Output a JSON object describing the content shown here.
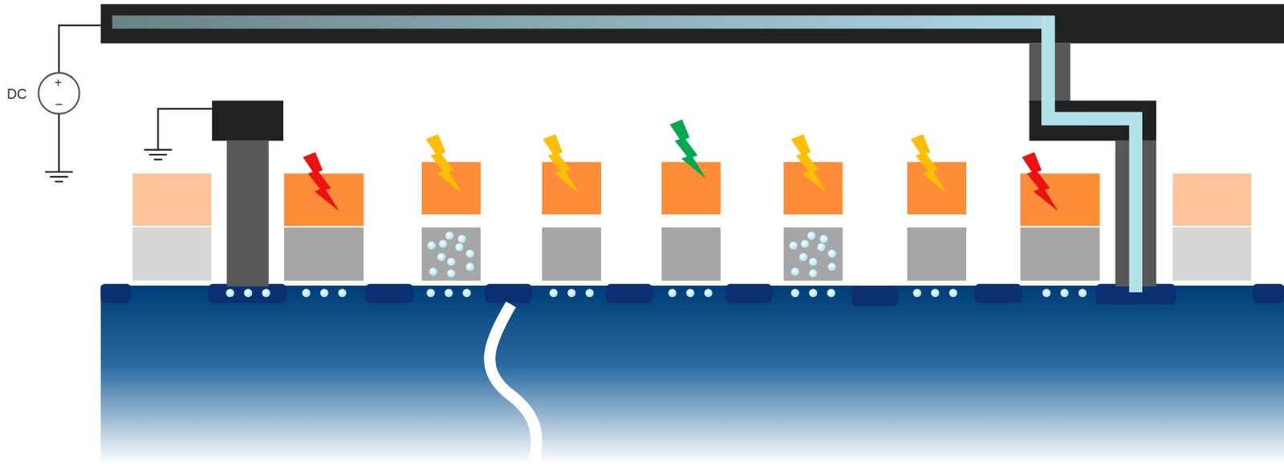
{
  "diagram": {
    "labels": [
      "DC",
      "+",
      "−"
    ]
  }
}
